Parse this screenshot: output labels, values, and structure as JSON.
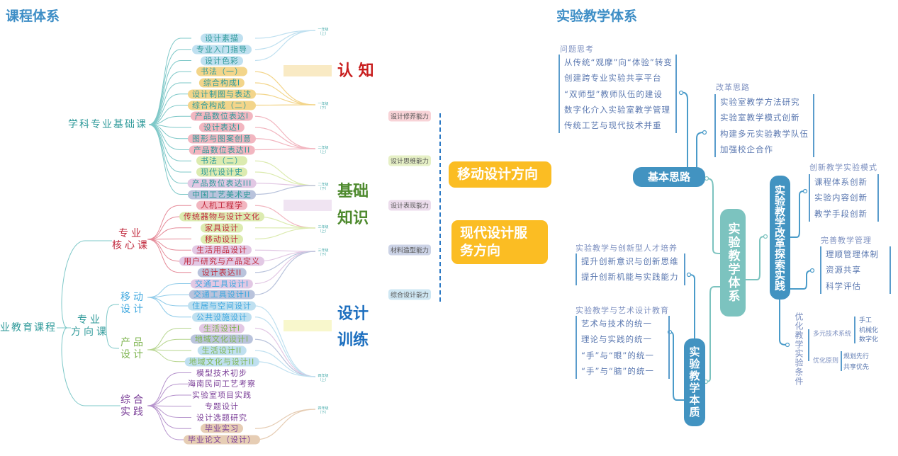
{
  "left_title": "课程体系",
  "right_title": "实验教学体系",
  "root": "业教育课程",
  "hubs": {
    "foundation": "学科专业基础课",
    "core": "专业\n核心课",
    "direction": "专业\n方向课",
    "mobile": "移动\n设计",
    "product": "产品\n设计",
    "practice": "综合\n实践"
  },
  "colors": {
    "teal": "#7ec8c8",
    "yellow": "#f3d58a",
    "pink": "#f2b6c0",
    "lime": "#dcebb0",
    "lavender": "#e2c8e4",
    "slate": "#b9c3dc",
    "sky": "#bfe0f0",
    "tan": "#e6cdb4",
    "core_red": "#c0283c",
    "mobile_blue": "#3ea7df",
    "product_green": "#7fb552",
    "practice_purple": "#7b3f98",
    "accent_orange": "#fbbd23",
    "node_blue": "#4293c1",
    "node_teal": "#7cc3bf"
  },
  "courses": [
    {
      "label": "设计素描",
      "bg": "sky",
      "fg": "#2f9a9a"
    },
    {
      "label": "专业入门指导",
      "bg": "sky",
      "fg": "#2f9a9a"
    },
    {
      "label": "设计色彩",
      "bg": "sky",
      "fg": "#2f9a9a"
    },
    {
      "label": "书法（一）",
      "bg": "yellow",
      "fg": "#2f9a9a"
    },
    {
      "label": "综合构成I",
      "bg": "yellow",
      "fg": "#2f9a9a"
    },
    {
      "label": "设计制图与表达",
      "bg": "yellow",
      "fg": "#2f9a9a"
    },
    {
      "label": "综合构成（二）",
      "bg": "yellow",
      "fg": "#2f9a9a"
    },
    {
      "label": "产品数位表达I",
      "bg": "pink",
      "fg": "#2f9a9a"
    },
    {
      "label": "设计表达I",
      "bg": "pink",
      "fg": "#2f9a9a"
    },
    {
      "label": "图形与图案创意",
      "bg": "pink",
      "fg": "#2f9a9a"
    },
    {
      "label": "产品数位表达II",
      "bg": "pink",
      "fg": "#2f9a9a"
    },
    {
      "label": "书法（二）",
      "bg": "lime",
      "fg": "#2f9a9a"
    },
    {
      "label": "现代设计史",
      "bg": "lime",
      "fg": "#2f9a9a"
    },
    {
      "label": "产品数位表达III",
      "bg": "lavender",
      "fg": "#2f9a9a"
    },
    {
      "label": "中国工艺美术史",
      "bg": "slate",
      "fg": "#2f9a9a"
    },
    {
      "label": "人机工程学",
      "bg": "pink",
      "fg": "#c0283c"
    },
    {
      "label": "传统器物与设计文化",
      "bg": "lime",
      "fg": "#c0283c"
    },
    {
      "label": "家具设计",
      "bg": "lime",
      "fg": "#c0283c"
    },
    {
      "label": "移动设计",
      "bg": "lime",
      "fg": "#c0283c"
    },
    {
      "label": "生活用品设计",
      "bg": "lavender",
      "fg": "#c0283c"
    },
    {
      "label": "用户研究与产品定义",
      "bg": "lavender",
      "fg": "#c0283c"
    },
    {
      "label": "设计表达II",
      "bg": "slate",
      "fg": "#c0283c"
    },
    {
      "label": "交通工具设计I",
      "bg": "lavender",
      "fg": "#3ea7df"
    },
    {
      "label": "交通工具设计II",
      "bg": "slate",
      "fg": "#3ea7df"
    },
    {
      "label": "住居与空间设计",
      "bg": "sky",
      "fg": "#3ea7df"
    },
    {
      "label": "公共设施设计",
      "bg": "sky",
      "fg": "#3ea7df"
    },
    {
      "label": "生活设计I",
      "bg": "lavender",
      "fg": "#7fb552"
    },
    {
      "label": "地域文化设计I",
      "bg": "slate",
      "fg": "#7fb552"
    },
    {
      "label": "生活设计II",
      "bg": "sky",
      "fg": "#7fb552"
    },
    {
      "label": "地域文化与设计II",
      "bg": "sky",
      "fg": "#7fb552"
    },
    {
      "label": "模型技术初步",
      "bg": "",
      "fg": "#7b3f98"
    },
    {
      "label": "海南民间工艺考察",
      "bg": "",
      "fg": "#7b3f98"
    },
    {
      "label": "实验室项目实践",
      "bg": "",
      "fg": "#7b3f98"
    },
    {
      "label": "专题设计",
      "bg": "",
      "fg": "#7b3f98"
    },
    {
      "label": "设计选题研究",
      "bg": "",
      "fg": "#7b3f98"
    },
    {
      "label": "毕业实习",
      "bg": "tan",
      "fg": "#7b3f98"
    },
    {
      "label": "毕业论文（设计）",
      "bg": "tan",
      "fg": "#7b3f98"
    }
  ],
  "years": [
    "一年级（上）",
    "一年级（下）",
    "二年级（上）",
    "二年级（下）",
    "三年级（上）",
    "三年级（下）",
    "四年级（上）",
    "四年级（下）"
  ],
  "stages": {
    "cognition": "认 知",
    "basic1": "基础",
    "basic2": "知识",
    "train1": "设计",
    "train2": "训练"
  },
  "abilities": [
    {
      "label": "设计修养能力",
      "bg": "#f8d3d7"
    },
    {
      "label": "设计思维能力",
      "bg": "#e6f0c6"
    },
    {
      "label": "设计表现能力",
      "bg": "#ecdcec"
    },
    {
      "label": "材料造型能力",
      "bg": "#ccd3e6"
    },
    {
      "label": "综合设计能力",
      "bg": "#cfe7f3"
    }
  ],
  "directions": [
    "移动设计方向",
    "现代设计服务方向"
  ],
  "right": {
    "center": "实验教学体系",
    "basic": "基本思路",
    "reform": "实验教学改革探索实践",
    "essence": "实验教学本质",
    "conditions": "优化教学实验条件",
    "problem": {
      "head": "问题思考",
      "items": [
        "从传统“观摩”向“体验”转变",
        "创建跨专业实验共享平台",
        "“双师型”教师队伍的建设",
        "数字化介入实验室教学管理",
        "传统工艺与现代技术并重"
      ]
    },
    "reform_ideas": {
      "head": "改革思路",
      "items": [
        "实验室教学方法研究",
        "实验室教学模式创新",
        "构建多元实验教学队伍",
        "加强校企合作"
      ]
    },
    "innovation": {
      "head": "创新教学实验模式",
      "items": [
        "课程体系创新",
        "实验内容创新",
        "教学手段创新"
      ]
    },
    "management": {
      "head": "完善教学管理",
      "items": [
        "理顺管理体制",
        "资源共享",
        "科学评估"
      ]
    },
    "talent": {
      "head": "实验教学与创新型人才培养",
      "items": [
        "提升创新意识与创新思维",
        "提升创新机能与实践能力"
      ]
    },
    "art": {
      "head": "实验教学与艺术设计教育",
      "items": [
        "艺术与技术的统一",
        "理论与实践的统一",
        "“手”与“眼”的统一",
        "“手”与“脑”的统一"
      ]
    },
    "tech": {
      "head": "多元技术系统",
      "items": [
        "手工",
        "机械化",
        "数字化"
      ]
    },
    "principle": {
      "head": "优化原则",
      "items": [
        "规划先行",
        "共享优先"
      ]
    }
  }
}
